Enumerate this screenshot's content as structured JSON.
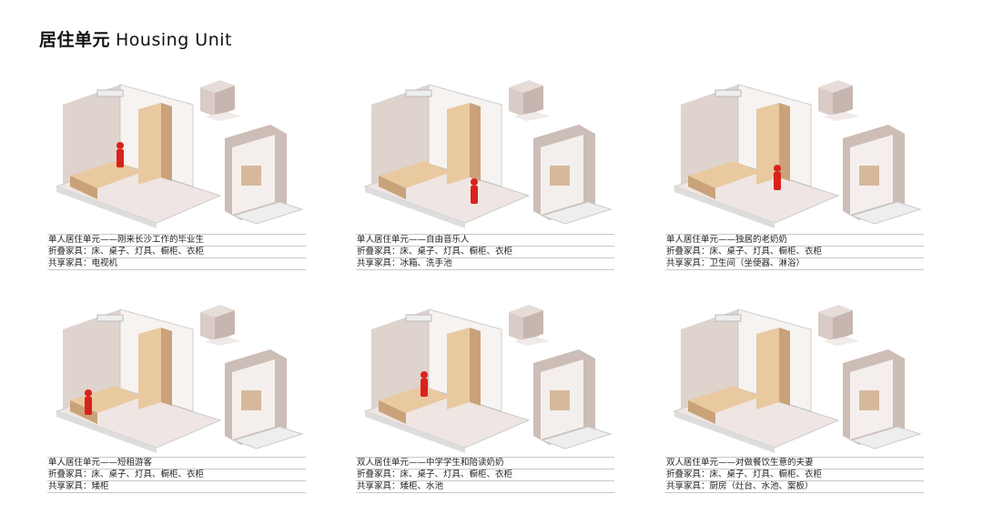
{
  "header": {
    "title_cn": "居住单元",
    "title_en": "Housing Unit"
  },
  "colors": {
    "wood": "#e9c9a0",
    "wood_dark": "#c9a27a",
    "shell": "#d9cbc6",
    "floor": "#efe6e3",
    "figure": "#d8231c",
    "line": "#c8c8c8"
  },
  "units": [
    {
      "title": "单人居住单元——刚来长沙工作的毕业生",
      "folding": "折叠家具：床、桌子、灯具、橱柜、衣柜",
      "shared": "共享家具：电视机"
    },
    {
      "title": "单人居住单元——自由音乐人",
      "folding": "折叠家具：床、桌子、灯具、橱柜、衣柜",
      "shared": "共享家具：冰箱、洗手池"
    },
    {
      "title": "单人居住单元——独居的老奶奶",
      "folding": "折叠家具：床、桌子、灯具、橱柜、衣柜",
      "shared": "共享家具：卫生间（坐便器、淋浴）"
    },
    {
      "title": "单人居住单元——短租游客",
      "folding": "折叠家具：床、桌子、灯具、橱柜、衣柜",
      "shared": "共享家具：矮柜"
    },
    {
      "title": "双人居住单元——中学学生和陪读奶奶",
      "folding": "折叠家具：床、桌子、灯具、橱柜、衣柜",
      "shared": "共享家具：矮柜、水池"
    },
    {
      "title": "双人居住单元——对做餐饮生意的夫妻",
      "folding": "折叠家具：床、桌子、灯具、橱柜、衣柜",
      "shared": "共享家具：厨房（灶台、水池、案板）"
    }
  ]
}
